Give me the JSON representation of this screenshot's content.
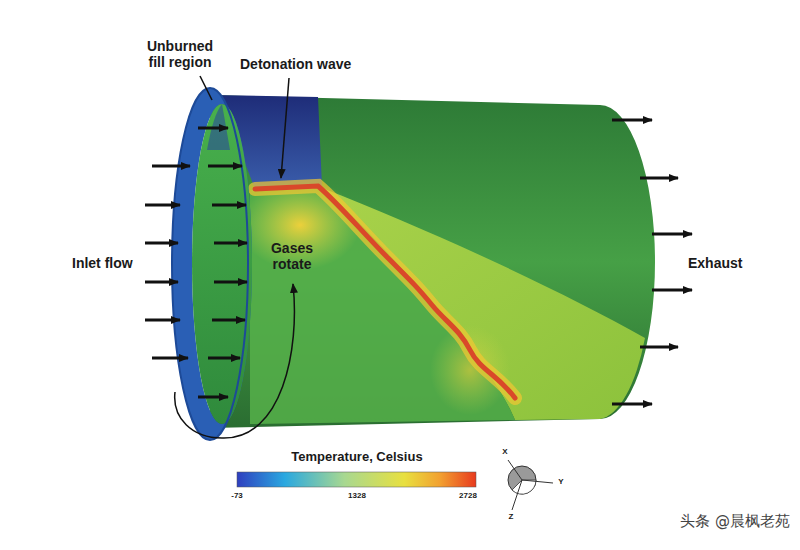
{
  "diagram": {
    "labels": [
      "Unburned fill region",
      "Detonation wave",
      "Gases rotate",
      "Inlet flow",
      "Exhaust",
      "Temperature, Celsius",
      "-73",
      "1328",
      "2728",
      "X",
      "Y",
      "Z",
      "头条 @晨枫老苑"
    ]
  }
}
